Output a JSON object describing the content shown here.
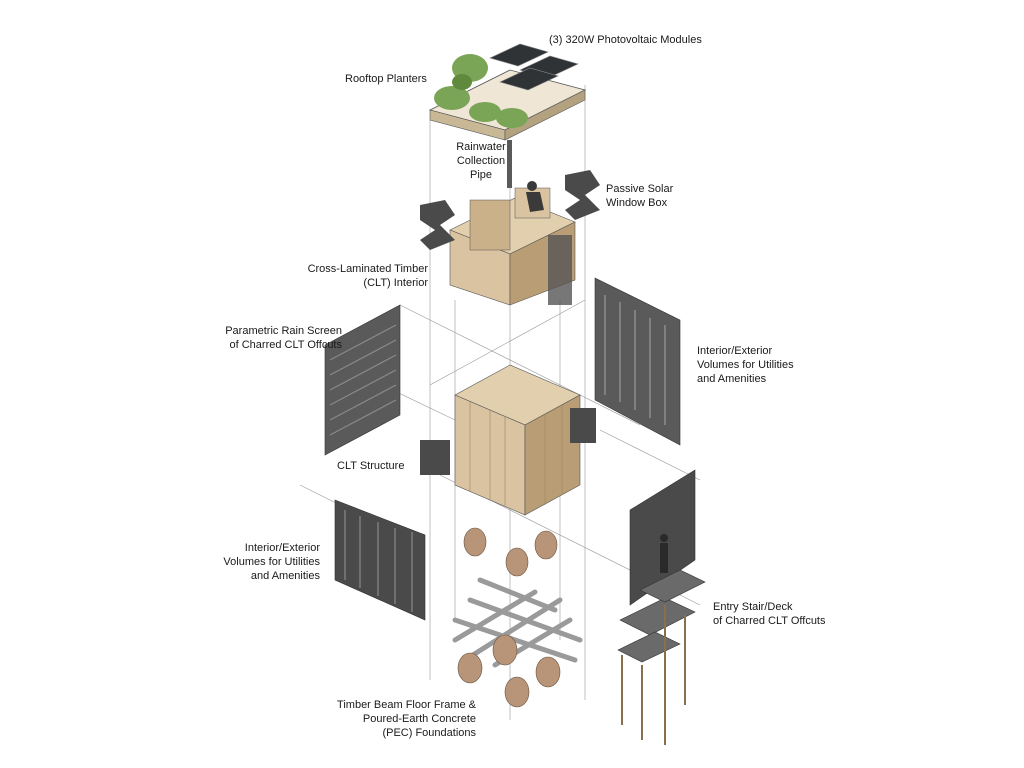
{
  "labels": {
    "pv": [
      "(3) 320W Photovoltaic Modules"
    ],
    "planters": [
      "Rooftop Planters"
    ],
    "rainwater": [
      "Rainwater",
      "Collection",
      "Pipe"
    ],
    "window_box": [
      "Passive Solar",
      "Window Box"
    ],
    "clt_interior": [
      "Cross-Laminated Timber",
      "(CLT) Interior"
    ],
    "rain_screen": [
      "Parametric Rain Screen",
      "of Charred CLT Offcuts"
    ],
    "volumes_right": [
      "Interior/Exterior",
      "Volumes for Utilities",
      "and Amenities"
    ],
    "clt_structure": [
      "CLT Structure"
    ],
    "volumes_left": [
      "Interior/Exterior",
      "Volumes for Utilities",
      "and Amenities"
    ],
    "entry_stair": [
      "Entry Stair/Deck",
      "of Charred CLT Offcuts"
    ],
    "foundations": [
      "Timber Beam Floor Frame &",
      "Poured-Earth Concrete",
      "(PEC) Foundations"
    ]
  },
  "colors": {
    "timber": "#d9c3a0",
    "timber_dark": "#b99d74",
    "charred": "#4a4a4a",
    "planting": "#7aa556",
    "solar": "#2f3336",
    "concrete": "#b89478",
    "guide": "#9a9a9a"
  }
}
